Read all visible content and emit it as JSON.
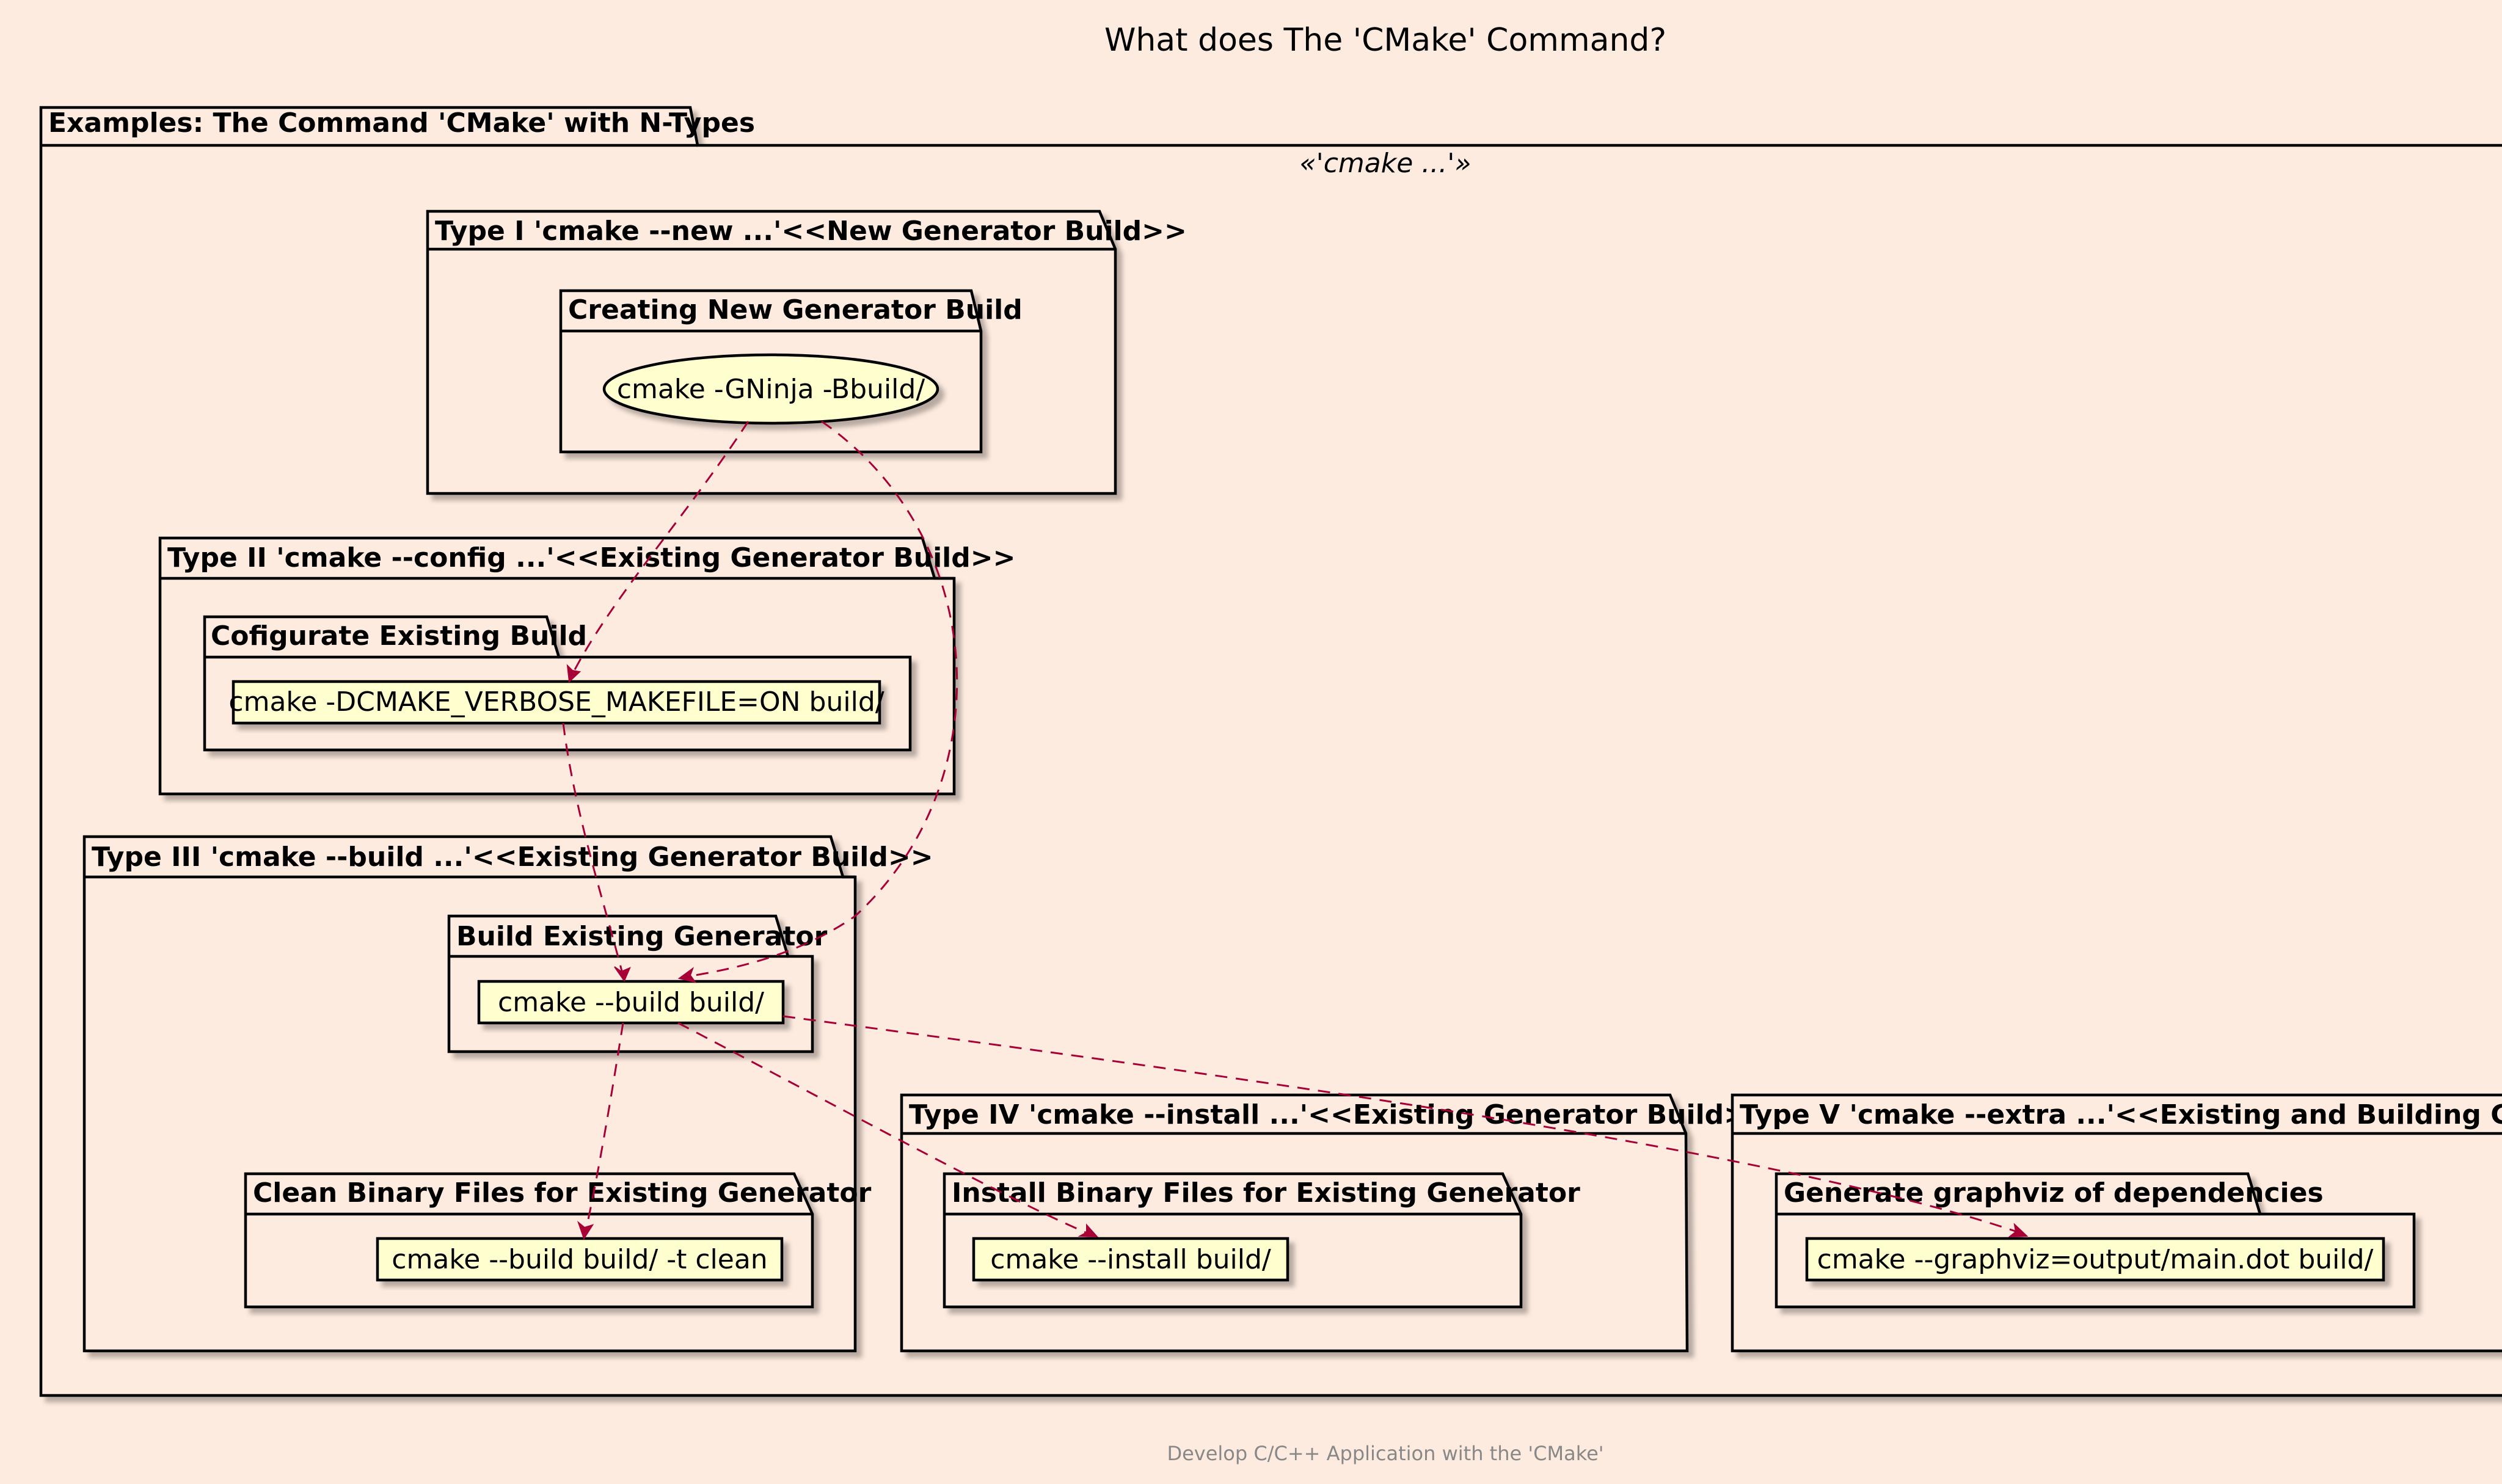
{
  "title": "What does The 'CMake' Command?",
  "footer": "Develop C/C++ Application with the 'CMake'",
  "colors": {
    "background": "#FEEBDF",
    "node_fill": "#FEFECE",
    "edge": "#A80036",
    "footer_text": "#888888"
  },
  "outer_package": {
    "label": "Examples: The Command 'CMake' with N-Types",
    "stereotype": "«'cmake ...'»"
  },
  "types": [
    {
      "label": "Type I 'cmake --new ...'<<New Generator Build>>",
      "subpackage": "Creating New Generator Build",
      "node": "cmake -GNinja -Bbuild/",
      "node_shape": "ellipse"
    },
    {
      "label": "Type II 'cmake --config ...'<<Existing Generator Build>>",
      "subpackage": "Cofigurate Existing Build",
      "node": "cmake -DCMAKE_VERBOSE_MAKEFILE=ON build/",
      "node_shape": "rectangle"
    },
    {
      "label": "Type III 'cmake --build ...'<<Existing Generator Build>>",
      "subpackages": [
        {
          "label": "Build Existing Generator",
          "node": "cmake --build build/"
        },
        {
          "label": "Clean Binary Files for Existing Generator",
          "node": "cmake --build build/ -t clean"
        }
      ]
    },
    {
      "label": "Type IV 'cmake --install ...'<<Existing Generator Build>>",
      "subpackage": "Install Binary Files for Existing Generator",
      "node": "cmake --install build/"
    },
    {
      "label": "Type V 'cmake --extra ...'<<Existing and Building Generator>>",
      "subpackage": "Generate graphviz of dependencies",
      "node": "cmake --graphviz=output/main.dot build/"
    }
  ],
  "edges": [
    {
      "from": "cmake -GNinja -Bbuild/",
      "to": "cmake -DCMAKE_VERBOSE_MAKEFILE=ON build/",
      "style": "dashed"
    },
    {
      "from": "cmake -GNinja -Bbuild/",
      "to": "cmake --build build/",
      "style": "dashed"
    },
    {
      "from": "cmake -DCMAKE_VERBOSE_MAKEFILE=ON build/",
      "to": "cmake --build build/",
      "style": "dashed"
    },
    {
      "from": "cmake --build build/",
      "to": "cmake --build build/ -t clean",
      "style": "dashed"
    },
    {
      "from": "cmake --build build/",
      "to": "cmake --install build/",
      "style": "dashed"
    },
    {
      "from": "cmake --build build/",
      "to": "cmake --graphviz=output/main.dot build/",
      "style": "dashed"
    }
  ]
}
